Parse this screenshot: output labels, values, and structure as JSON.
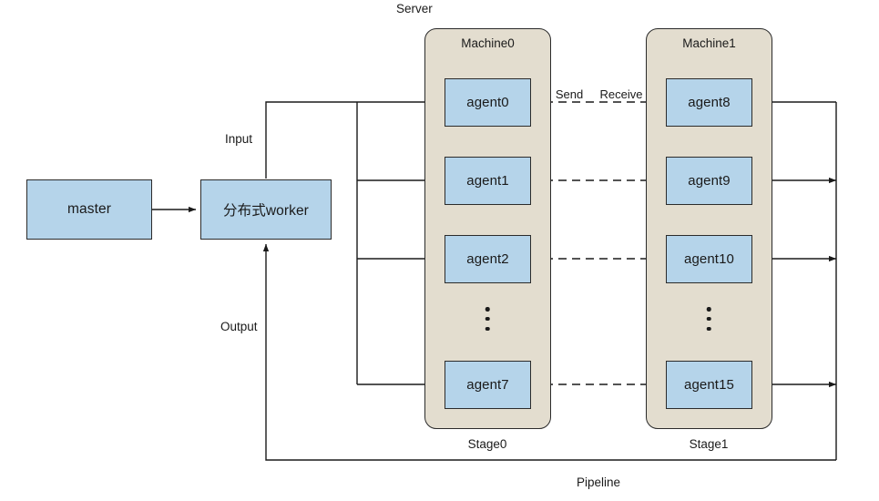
{
  "diagram": {
    "title_label": "Server",
    "pipeline_label": "Pipeline",
    "input_label": "Input",
    "output_label": "Output",
    "send_label": "Send",
    "receive_label": "Receive",
    "colors": {
      "node_fill": "#b5d4ea",
      "machine_fill": "#e3ddcf",
      "stroke": "#2b2b2b",
      "background": "#ffffff"
    }
  },
  "nodes": {
    "master": {
      "label": "master"
    },
    "worker": {
      "label": "分布式worker"
    }
  },
  "machines": [
    {
      "title": "Machine0",
      "stage_label": "Stage0",
      "agents": [
        {
          "label": "agent0"
        },
        {
          "label": "agent1"
        },
        {
          "label": "agent2"
        },
        {
          "label": "agent7"
        }
      ],
      "ellipsis": "⋮"
    },
    {
      "title": "Machine1",
      "stage_label": "Stage1",
      "agents": [
        {
          "label": "agent8"
        },
        {
          "label": "agent9"
        },
        {
          "label": "agent10"
        },
        {
          "label": "agent15"
        }
      ],
      "ellipsis": "⋮"
    }
  ]
}
